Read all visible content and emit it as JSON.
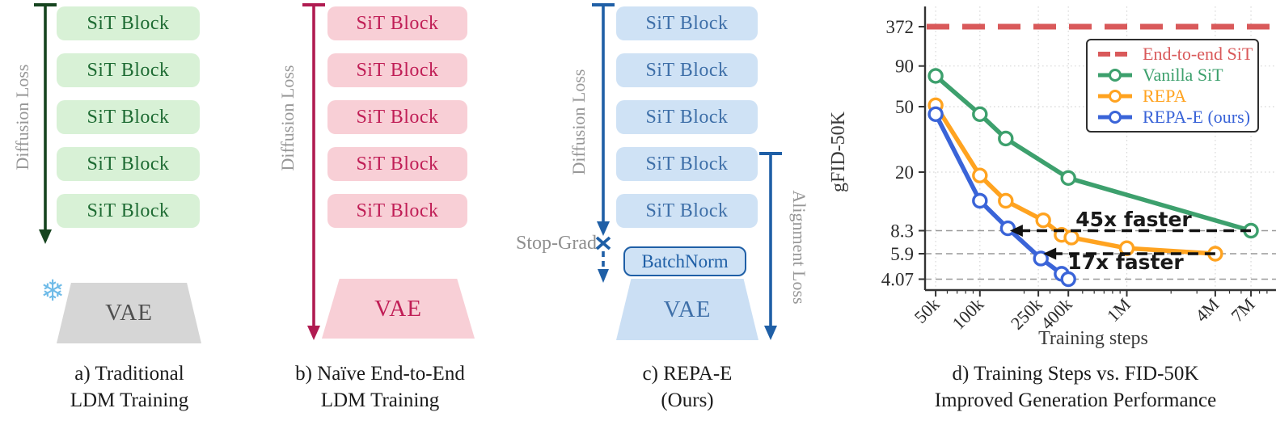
{
  "panels": {
    "a": {
      "loss_label": "Diffusion Loss",
      "blocks": "SiT Block",
      "vae_label": "VAE",
      "snowflake_icon": "❄",
      "caption1": "a) Traditional",
      "caption2": "LDM Training",
      "colors": {
        "accent": "#16441f",
        "block_bg": "#d8f1d6",
        "block_text": "#1e6b33",
        "vae_bg": "#d6d6d6",
        "vae_text": "#4f4f4f"
      }
    },
    "b": {
      "loss_label": "Diffusion Loss",
      "blocks": "SiT Block",
      "vae_label": "VAE",
      "caption1": "b) Naïve End-to-End",
      "caption2": "LDM Training",
      "colors": {
        "accent": "#b01b51",
        "block_bg": "#f8cfd6",
        "block_text": "#c01e56",
        "vae_bg": "#f8cfd6",
        "vae_text": "#c01e56"
      }
    },
    "c": {
      "loss_label": "Diffusion Loss",
      "alignment_label": "Alignment Loss",
      "stopgrad_label": "Stop-Grad",
      "batchnorm_label": "BatchNorm",
      "blocks": "SiT Block",
      "vae_label": "VAE",
      "caption1": "c) REPA-E",
      "caption2": "(Ours)",
      "colors": {
        "accent": "#1f5fa6",
        "block_bg": "#cfe2f5",
        "block_text": "#3e6fa8",
        "vae_bg": "#cbdff4",
        "vae_text": "#3e6fa8"
      }
    },
    "d": {
      "caption1": "d) Training Steps vs. FID-50K",
      "caption2": "Improved Generation Performance"
    }
  },
  "chart_data": {
    "type": "line",
    "title": "",
    "xlabel": "Training steps",
    "ylabel": "gFID-50K",
    "xscale": "log",
    "yscale": "log",
    "x_ticks": [
      {
        "label": "50k",
        "value": 50000
      },
      {
        "label": "100k",
        "value": 100000
      },
      {
        "label": "250k",
        "value": 250000
      },
      {
        "label": "400k",
        "value": 400000
      },
      {
        "label": "1M",
        "value": 1000000
      },
      {
        "label": "4M",
        "value": 4000000
      },
      {
        "label": "7M",
        "value": 7000000
      }
    ],
    "y_ticks": [
      {
        "label": "372",
        "value": 372
      },
      {
        "label": "90",
        "value": 90
      },
      {
        "label": "50",
        "value": 50
      },
      {
        "label": "20",
        "value": 20
      },
      {
        "label": "8.3",
        "value": 8.3
      },
      {
        "label": "5.9",
        "value": 5.9
      },
      {
        "label": "4.07",
        "value": 4.07
      }
    ],
    "minor_x_ticks": [
      60000,
      70000,
      80000,
      90000,
      200000,
      300000,
      500000,
      600000,
      700000,
      800000,
      900000,
      2000000,
      3000000,
      5000000,
      6000000,
      8000000,
      9000000
    ],
    "dashed_gridlines_y": [
      8.3,
      5.9,
      4.07
    ],
    "dotted_gridlines_y": [
      90,
      50,
      20
    ],
    "series": [
      {
        "name": "End-to-end SiT",
        "color": "#d9595a",
        "type": "hline",
        "value": 372
      },
      {
        "name": "Vanilla SiT",
        "color": "#3da06d",
        "type": "line",
        "points": [
          [
            50000,
            78
          ],
          [
            100000,
            45
          ],
          [
            150000,
            32
          ],
          [
            400000,
            18.3
          ],
          [
            7000000,
            8.3
          ]
        ]
      },
      {
        "name": "REPA",
        "color": "#ffa320",
        "type": "line",
        "points": [
          [
            50000,
            51
          ],
          [
            100000,
            19
          ],
          [
            150000,
            13
          ],
          [
            270000,
            9.7
          ],
          [
            360000,
            7.8
          ],
          [
            420000,
            7.5
          ],
          [
            1000000,
            6.4
          ],
          [
            4000000,
            5.9
          ]
        ]
      },
      {
        "name": "REPA-E (ours)",
        "color": "#3a64d8",
        "type": "line",
        "points": [
          [
            50000,
            45
          ],
          [
            100000,
            13
          ],
          [
            155000,
            8.6
          ],
          [
            260000,
            5.5
          ],
          [
            360000,
            4.4
          ],
          [
            400000,
            4.07
          ]
        ]
      }
    ],
    "annotations": [
      {
        "label": "45x faster",
        "y": 8.3,
        "x_from": 7000000,
        "x_to": 160000
      },
      {
        "label": "17x faster",
        "y": 5.9,
        "x_from": 4000000,
        "x_to": 270000
      }
    ],
    "legend": {
      "position": "upper right",
      "entries": [
        "End-to-end SiT",
        "Vanilla SiT",
        "REPA",
        "REPA-E (ours)"
      ]
    }
  }
}
